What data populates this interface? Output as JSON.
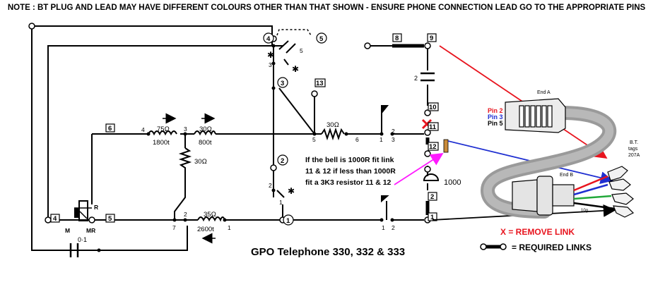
{
  "note": "NOTE : BT PLUG AND LEAD MAY HAVE DIFFERENT COLOURS OTHER THAN THAT SHOWN - ENSURE PHONE CONNECTION LEAD GO TO THE APPROPRIATE PINS",
  "title": "GPO Telephone 330,  332 & 333",
  "bell_note": [
    "If the bell is 1000R fit link",
    "11 & 12 if less than 1000R",
    "fit a 3K3 resistor 11 & 12"
  ],
  "legend": {
    "remove_link": "X = REMOVE LINK",
    "required_links": "= REQUIRED LINKS"
  },
  "terminals": {
    "t1": "1",
    "t2": "2",
    "t3": "3",
    "t4": "4",
    "t4b": "4",
    "t5": "5",
    "t5b": "5",
    "t6": "6",
    "t8": "8",
    "t9": "9",
    "t10": "10",
    "t11": "11",
    "t12": "12",
    "t13": "13",
    "t12b": "2",
    "t1b": "1"
  },
  "components": {
    "coil1_value": "75Ω",
    "coil1_turns": "1800t",
    "coil2_value": "30Ω",
    "coil2_turns": "800t",
    "coil3_value": "30Ω",
    "coil4_value": "30Ω",
    "coil5_value": "35Ω",
    "coil5_turns": "2600t",
    "bell": "1000",
    "capacitor_top": "2",
    "capacitor_bottom": "0·1",
    "switch_r": "R",
    "switch_m": "M",
    "switch_mr": "MR"
  },
  "node_labels": {
    "n4": "4",
    "n3a": "3",
    "n2": "2",
    "n7": "7",
    "n1": "1",
    "n5": "5",
    "n6": "6",
    "n3b": "3",
    "n5s": "5",
    "n3s": "3",
    "n2s": "2",
    "n1s": "1",
    "n1r": "1",
    "n2r": "2",
    "n1c": "1",
    "n2c": "2"
  },
  "plug": {
    "end_a": "End A",
    "end_b": "End B",
    "pin2": "Pin 2",
    "pin3": "Pin 3",
    "pin5": "Pin 5",
    "bt_tags": [
      "B.T.",
      "tags",
      "207A"
    ],
    "sleeve": "10g"
  },
  "colors": {
    "ink": "#000000",
    "red_arrow": "#e8141e",
    "blue_arrow": "#1f2fd1",
    "magenta_arrow": "#ff1aff",
    "remove_link": "#e8141e",
    "pin2": "#e8141e",
    "pin3": "#1f2fd1",
    "cable": "#9a9a9a"
  }
}
